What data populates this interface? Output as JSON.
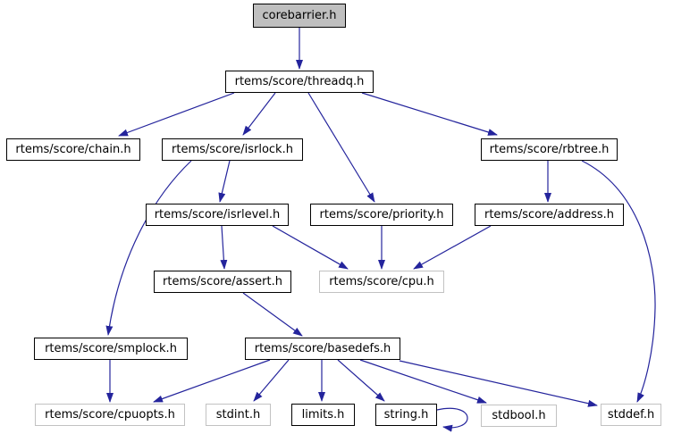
{
  "diagram": {
    "kind": "include-dependency-graph",
    "root_file": "corebarrier.h",
    "colors": {
      "edge": "#24249c",
      "node_fill": "#ffffff",
      "root_node_fill": "#bfbfbf",
      "documented_node_border": "#000000",
      "external_node_border": "#c2c2c2",
      "text": "#000000",
      "background": "#ffffff"
    }
  },
  "nodes": [
    {
      "id": "corebarrier",
      "label": "corebarrier.h",
      "style": "root"
    },
    {
      "id": "threadq",
      "label": "rtems/score/threadq.h",
      "style": "documented"
    },
    {
      "id": "chain",
      "label": "rtems/score/chain.h",
      "style": "documented"
    },
    {
      "id": "isrlock",
      "label": "rtems/score/isrlock.h",
      "style": "documented"
    },
    {
      "id": "rbtree",
      "label": "rtems/score/rbtree.h",
      "style": "documented"
    },
    {
      "id": "isrlevel",
      "label": "rtems/score/isrlevel.h",
      "style": "documented"
    },
    {
      "id": "priority",
      "label": "rtems/score/priority.h",
      "style": "documented"
    },
    {
      "id": "address",
      "label": "rtems/score/address.h",
      "style": "documented"
    },
    {
      "id": "assert",
      "label": "rtems/score/assert.h",
      "style": "documented"
    },
    {
      "id": "cpu",
      "label": "rtems/score/cpu.h",
      "style": "external"
    },
    {
      "id": "smplock",
      "label": "rtems/score/smplock.h",
      "style": "documented"
    },
    {
      "id": "basedefs",
      "label": "rtems/score/basedefs.h",
      "style": "documented"
    },
    {
      "id": "cpuopts",
      "label": "rtems/score/cpuopts.h",
      "style": "external"
    },
    {
      "id": "stdint",
      "label": "stdint.h",
      "style": "external"
    },
    {
      "id": "limits",
      "label": "limits.h",
      "style": "documented"
    },
    {
      "id": "string",
      "label": "string.h",
      "style": "documented"
    },
    {
      "id": "stdbool",
      "label": "stdbool.h",
      "style": "external"
    },
    {
      "id": "stddef",
      "label": "stddef.h",
      "style": "external"
    }
  ],
  "edges": [
    {
      "from": "corebarrier",
      "to": "threadq"
    },
    {
      "from": "threadq",
      "to": "chain"
    },
    {
      "from": "threadq",
      "to": "isrlock"
    },
    {
      "from": "threadq",
      "to": "priority"
    },
    {
      "from": "threadq",
      "to": "rbtree"
    },
    {
      "from": "isrlock",
      "to": "isrlevel"
    },
    {
      "from": "isrlock",
      "to": "smplock"
    },
    {
      "from": "isrlevel",
      "to": "assert"
    },
    {
      "from": "isrlevel",
      "to": "cpu"
    },
    {
      "from": "priority",
      "to": "cpu"
    },
    {
      "from": "address",
      "to": "cpu"
    },
    {
      "from": "rbtree",
      "to": "address"
    },
    {
      "from": "rbtree",
      "to": "stddef"
    },
    {
      "from": "assert",
      "to": "basedefs"
    },
    {
      "from": "smplock",
      "to": "cpuopts"
    },
    {
      "from": "basedefs",
      "to": "cpuopts"
    },
    {
      "from": "basedefs",
      "to": "stdint"
    },
    {
      "from": "basedefs",
      "to": "limits"
    },
    {
      "from": "basedefs",
      "to": "string"
    },
    {
      "from": "basedefs",
      "to": "stdbool"
    },
    {
      "from": "basedefs",
      "to": "stddef"
    },
    {
      "from": "string",
      "to": "string"
    }
  ]
}
